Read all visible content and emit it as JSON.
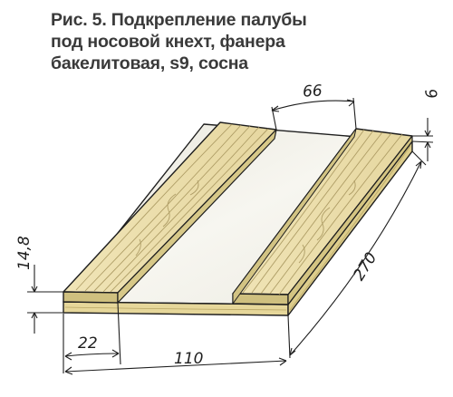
{
  "figure": {
    "caption_lines": [
      "Рис. 5. Подкрепление палубы",
      "под носовой кнехт, фанера",
      "бакелитовая, s9, сосна"
    ]
  },
  "dimensions": {
    "gap": "66",
    "ply_thickness": "9",
    "height": "14,8",
    "length": "270",
    "rail_width": "22",
    "total_width": "110"
  },
  "colors": {
    "plywood_top": "#f1efe6",
    "plywood_edge": "#e2d69a",
    "pine_top": "#ede0ad",
    "pine_front": "#cdbf80",
    "pine_side": "#d9cb8d",
    "grain": "#a4925a",
    "ink": "#1e1e1e"
  }
}
